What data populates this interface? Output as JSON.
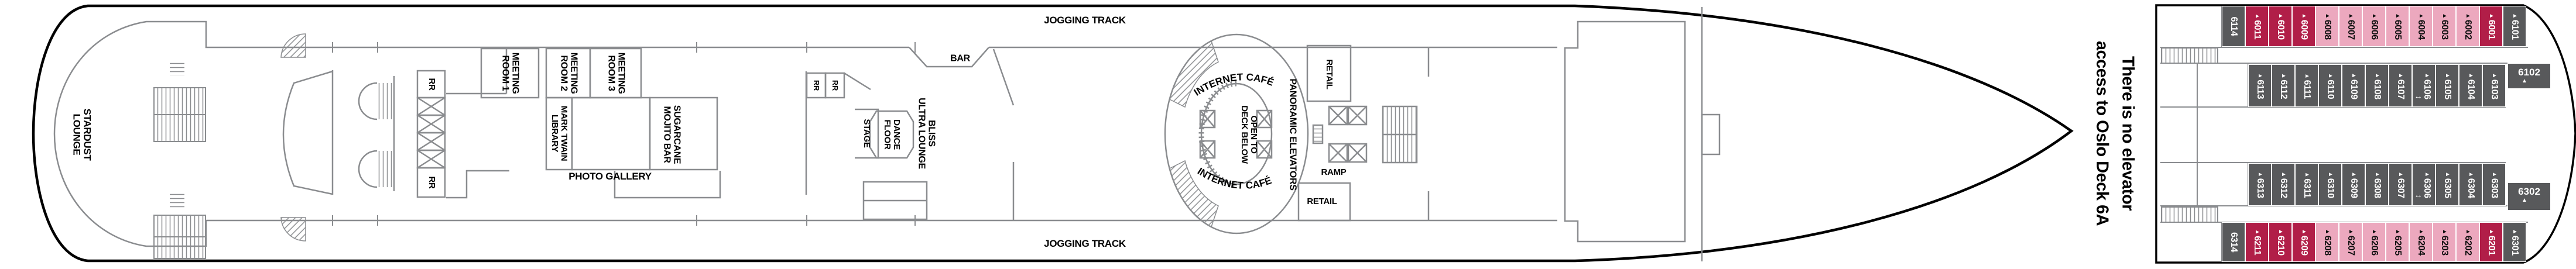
{
  "colors": {
    "cabin_gray": "#58595B",
    "cabin_red": "#B11E48",
    "cabin_pink": "#ECA8BE",
    "wall": "#8A8C8F",
    "hull": "#000000"
  },
  "plan": {
    "labels": {
      "jogging_track_top": "JOGGING TRACK",
      "jogging_track_bottom": "JOGGING TRACK",
      "stardust_l1": "STARDUST",
      "stardust_l2": "LOUNGE",
      "rr": "RR",
      "meeting1_l1": "MEETING",
      "meeting1_l2": "ROOM 1",
      "meeting2_l1": "MEETING",
      "meeting2_l2": "ROOM 2",
      "meeting3_l1": "MEETING",
      "meeting3_l2": "ROOM 3",
      "library_l1": "MARK TWAIN",
      "library_l2": "LIBRARY",
      "photo_gallery": "PHOTO GALLERY",
      "sugarcane_l1": "SUGARCANE",
      "sugarcane_l2": "MOJITO BAR",
      "stage": "STAGE",
      "dance_l1": "DANCE",
      "dance_l2": "FLOOR",
      "bliss_l1": "BLISS",
      "bliss_l2": "ULTRA LOUNGE",
      "bar": "BAR",
      "internet_cafe_top": "INTERNET CAFÉ",
      "internet_cafe_bottom": "INTERNET CAFÉ",
      "panoramic": "PANORAMIC ELEVATORS",
      "open_l1": "OPEN TO",
      "open_l2": "DECK BELOW",
      "retail_top": "RETAIL",
      "retail_bottom": "RETAIL",
      "ramp": "RAMP"
    },
    "note_l1": "There is no elevator",
    "note_l2": "access to Oslo Deck 6A"
  },
  "cabins": {
    "top_outer": [
      {
        "num": "6114",
        "color": "gray",
        "tri": false
      },
      {
        "num": "6011",
        "color": "red"
      },
      {
        "num": "6010",
        "color": "red"
      },
      {
        "num": "6009",
        "color": "red"
      },
      {
        "num": "6008",
        "color": "pink"
      },
      {
        "num": "6007",
        "color": "pink"
      },
      {
        "num": "6006",
        "color": "pink"
      },
      {
        "num": "6005",
        "color": "pink"
      },
      {
        "num": "6004",
        "color": "pink"
      },
      {
        "num": "6003",
        "color": "pink"
      },
      {
        "num": "6002",
        "color": "pink"
      },
      {
        "num": "6001",
        "color": "red"
      },
      {
        "num": "6101",
        "color": "gray"
      }
    ],
    "top_inner": [
      {
        "num": "6113",
        "color": "gray"
      },
      {
        "num": "6112",
        "color": "gray"
      },
      {
        "num": "6111",
        "color": "gray"
      },
      {
        "num": "6110",
        "color": "gray"
      },
      {
        "num": "6109",
        "color": "gray"
      },
      {
        "num": "6108",
        "color": "gray"
      },
      {
        "num": "6107",
        "color": "gray"
      },
      {
        "num": "6106",
        "color": "gray",
        "arrow": true
      },
      {
        "num": "6105",
        "color": "gray"
      },
      {
        "num": "6104",
        "color": "gray"
      },
      {
        "num": "6103",
        "color": "gray"
      }
    ],
    "top_inner_end": {
      "num": "6102"
    },
    "bottom_inner": [
      {
        "num": "6313",
        "color": "gray"
      },
      {
        "num": "6312",
        "color": "gray"
      },
      {
        "num": "6311",
        "color": "gray"
      },
      {
        "num": "6310",
        "color": "gray"
      },
      {
        "num": "6309",
        "color": "gray"
      },
      {
        "num": "6308",
        "color": "gray"
      },
      {
        "num": "6307",
        "color": "gray"
      },
      {
        "num": "6306",
        "color": "gray",
        "arrow": true
      },
      {
        "num": "6305",
        "color": "gray"
      },
      {
        "num": "6304",
        "color": "gray"
      },
      {
        "num": "6303",
        "color": "gray"
      }
    ],
    "bottom_inner_end": {
      "num": "6302"
    },
    "bottom_outer": [
      {
        "num": "6314",
        "color": "gray",
        "tri": false
      },
      {
        "num": "6211",
        "color": "red"
      },
      {
        "num": "6210",
        "color": "red"
      },
      {
        "num": "6209",
        "color": "red"
      },
      {
        "num": "6208",
        "color": "pink"
      },
      {
        "num": "6207",
        "color": "pink"
      },
      {
        "num": "6206",
        "color": "pink"
      },
      {
        "num": "6205",
        "color": "pink"
      },
      {
        "num": "6204",
        "color": "pink"
      },
      {
        "num": "6203",
        "color": "pink"
      },
      {
        "num": "6202",
        "color": "pink"
      },
      {
        "num": "6201",
        "color": "red"
      },
      {
        "num": "6301",
        "color": "gray"
      }
    ]
  }
}
